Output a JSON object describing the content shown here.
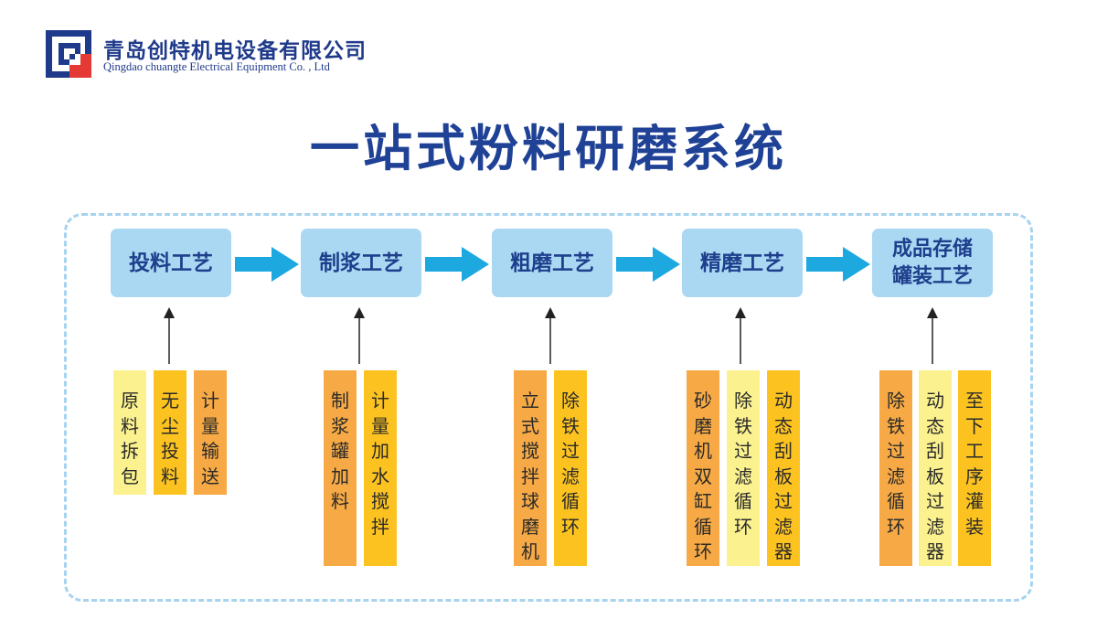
{
  "header": {
    "company_cn": "青岛创特机电设备有限公司",
    "company_en": "Qingdao chuangte Electrical Equipment Co. , Ltd",
    "title": "一站式粉料研磨系统"
  },
  "colors": {
    "title_blue": "#1f4296",
    "step_box": "#aad8f3",
    "arrow": "#1da8e0",
    "logo_blue": "#1f3a8a",
    "logo_red": "#e53935",
    "sub_pale_yellow": "#fbf18f",
    "sub_gold": "#fcc320",
    "sub_orange": "#f6a944",
    "frame_border": "#a7d3ee"
  },
  "icons": {
    "logo": "company-logo",
    "flow_arrow": "right-arrow",
    "up_arrow": "up-arrow"
  },
  "steps": [
    {
      "label": "投料工艺"
    },
    {
      "label": "制浆工艺"
    },
    {
      "label": "粗磨工艺"
    },
    {
      "label": "精磨工艺"
    },
    {
      "label": "成品存储罐装工艺"
    }
  ],
  "sub_items": [
    {
      "step": "投料工艺",
      "label": "原料拆包",
      "color": "#fbf18f"
    },
    {
      "step": "投料工艺",
      "label": "无尘投料",
      "color": "#fcc320"
    },
    {
      "step": "投料工艺",
      "label": "计量输送",
      "color": "#f6a944"
    },
    {
      "step": "制浆工艺",
      "label": "制浆罐加料",
      "color": "#f6a944"
    },
    {
      "step": "制浆工艺",
      "label": "计量加水搅拌",
      "color": "#fcc320"
    },
    {
      "step": "粗磨工艺",
      "label": "立式搅拌球磨机",
      "color": "#f6a944"
    },
    {
      "step": "粗磨工艺",
      "label": "除铁过滤循环",
      "color": "#fcc320"
    },
    {
      "step": "精磨工艺",
      "label": "砂磨机双缸循环",
      "color": "#f6a944"
    },
    {
      "step": "精磨工艺",
      "label": "除铁过滤循环",
      "color": "#fbf18f"
    },
    {
      "step": "精磨工艺",
      "label": "动态刮板过滤器",
      "color": "#fcc320"
    },
    {
      "step": "成品存储罐装工艺",
      "label": "除铁过滤循环",
      "color": "#f6a944"
    },
    {
      "step": "成品存储罐装工艺",
      "label": "动态刮板过滤器",
      "color": "#fbf18f"
    },
    {
      "step": "成品存储罐装工艺",
      "label": "至下工序灌装",
      "color": "#fcc320"
    }
  ]
}
